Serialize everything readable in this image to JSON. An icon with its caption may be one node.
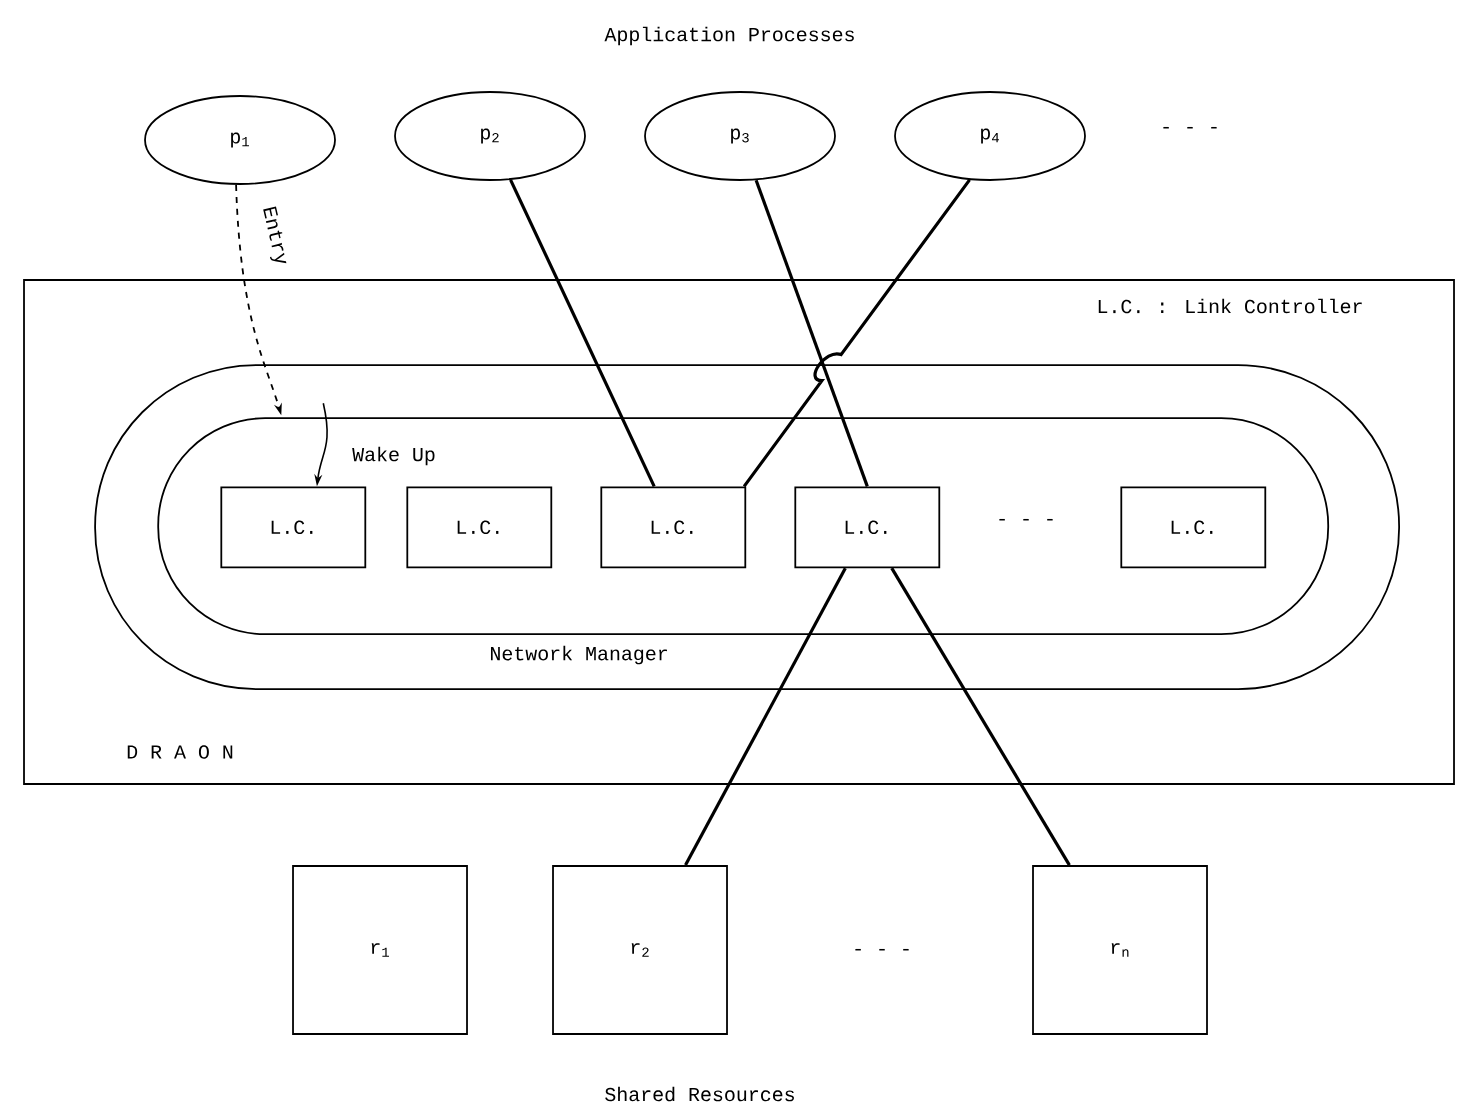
{
  "diagram": {
    "nodes": [
      {
        "text": [
          "p$_{1}$"
        ]
      },
      {
        "text": [
          "p$_{2}$"
        ]
      },
      {
        "text": [
          "p$_{3}$"
        ]
      },
      {
        "text": [
          "p$_{4}$"
        ]
      },
      {
        "text": [
          "D R A O N"
        ]
      },
      {
        "text": [
          "Network Manager"
        ],
        "in": 4
      },
      {
        "text": [],
        "shape": "oval",
        "in": 5
      },
      {
        "text": [
          "L.C."
        ],
        "in": 6
      },
      {
        "text": [
          "L.C."
        ],
        "in": 6
      },
      {
        "text": [
          "L.C."
        ],
        "in": 6
      },
      {
        "text": [
          "L.C."
        ],
        "in": 6
      },
      {
        "text": [
          "L.C."
        ],
        "in": 6
      },
      {
        "text": [
          "r$_{1}$"
        ]
      },
      {
        "text": [
          "r$_{2}$"
        ]
      },
      {
        "text": [
          "r$_{n}$"
        ]
      }
    ],
    "edges": [
      {
        "from": 0,
        "to": 6,
        "arrow": "to",
        "style": "dashed",
        "label": "Entry"
      },
      {
        "from": 6,
        "to": 7,
        "arrow": "to",
        "label": "Wake Up"
      },
      {
        "from": 1,
        "to": 9,
        "arrow": "none"
      },
      {
        "from": 2,
        "to": 10,
        "arrow": "none"
      },
      {
        "from": 3,
        "to": 9,
        "arrow": "none"
      },
      {
        "from": 10,
        "to": 13,
        "arrow": "none"
      },
      {
        "from": 10,
        "to": 14,
        "arrow": "none"
      }
    ],
    "labels": [
      "Application Processes",
      "- - -",
      "L.C. : Link Controller",
      "- - -",
      "- - -",
      "Shared Resources"
    ]
  }
}
